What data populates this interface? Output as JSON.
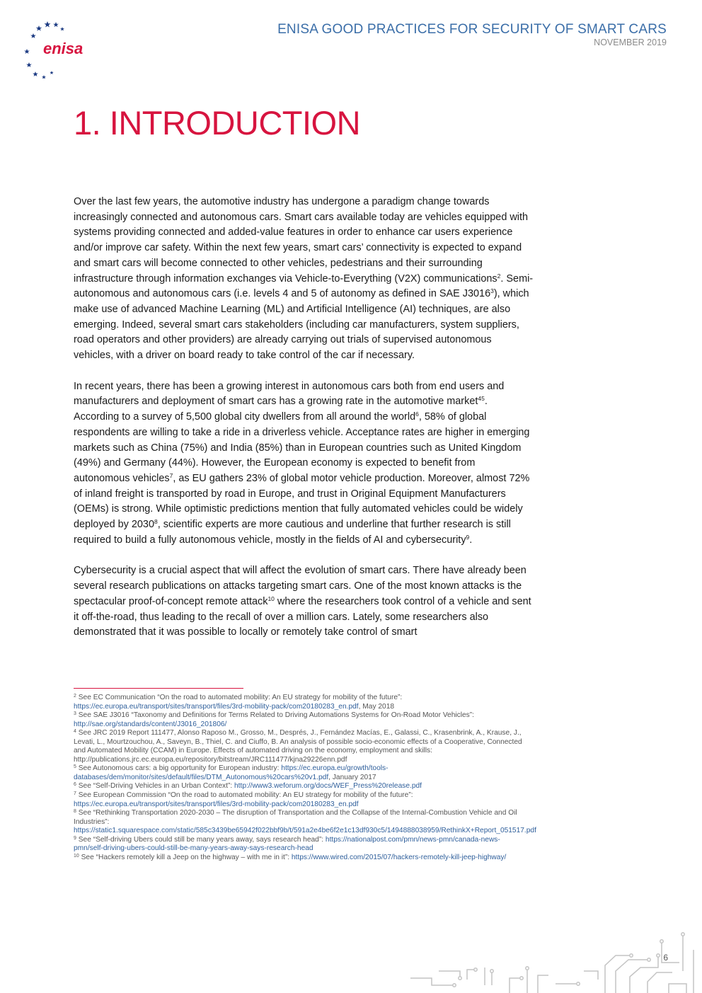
{
  "header": {
    "logo_text": "enisa",
    "title": "ENISA GOOD PRACTICES FOR SECURITY OF SMART CARS",
    "date": "NOVEMBER 2019"
  },
  "heading": "1. INTRODUCTION",
  "paragraphs": [
    [
      {
        "t": "Over the last few years, the automotive industry has undergone a paradigm change towards increasingly connected and autonomous cars. Smart cars available today are vehicles equipped with systems providing connected and added-value features in order to enhance car users experience and/or improve car safety. Within the next few years, smart cars’ connectivity is expected to expand and smart cars will become connected to other vehicles, pedestrians and their surrounding infrastructure through information exchanges via Vehicle-to-Everything (V2X) communications"
      },
      {
        "sup": "2"
      },
      {
        "t": ". Semi-autonomous and autonomous cars (i.e. levels 4 and 5 of autonomy as defined in SAE J3016"
      },
      {
        "sup": "3"
      },
      {
        "t": "), which make use of advanced Machine Learning (ML) and Artificial Intelligence (AI) techniques, are also emerging. Indeed, several smart cars stakeholders (including car manufacturers, system suppliers, road operators and other providers) are already carrying out trials of supervised autonomous vehicles, with a driver on board ready to take control of the car if necessary."
      }
    ],
    [
      {
        "t": "In recent years, there has been a growing interest in autonomous cars both from end users and manufacturers and deployment of smart cars has a growing rate in the automotive market"
      },
      {
        "sup": "45"
      },
      {
        "t": ". According to a survey of 5,500 global city dwellers from all around the world"
      },
      {
        "sup": "6"
      },
      {
        "t": ", 58% of global respondents are willing to take a ride in a driverless vehicle. Acceptance rates are higher in emerging markets such as China (75%) and India (85%) than in European countries such as United Kingdom (49%) and Germany (44%).  However, the European economy is expected to benefit from autonomous vehicles"
      },
      {
        "sup": "7"
      },
      {
        "t": ", as EU gathers 23% of global motor vehicle production. Moreover, almost 72% of inland freight is transported by road in Europe, and trust in Original Equipment Manufacturers (OEMs) is strong. While optimistic predictions mention that fully automated vehicles could be widely deployed by 2030"
      },
      {
        "sup": "8"
      },
      {
        "t": ", scientific experts are more cautious and underline that further research is still required to build a fully autonomous vehicle, mostly in the fields of AI and cybersecurity"
      },
      {
        "sup": "9"
      },
      {
        "t": "."
      }
    ],
    [
      {
        "t": "Cybersecurity is a crucial aspect that will affect the evolution of smart cars. There have already been several research publications on attacks targeting smart cars. One of the most known attacks is the spectacular proof-of-concept remote attack"
      },
      {
        "sup": "10"
      },
      {
        "t": " where the researchers took control of a vehicle and sent it off-the-road, thus leading to the recall of over a million cars. Lately, some researchers also demonstrated that it was possible to locally or remotely take control of smart"
      }
    ]
  ],
  "footnotes": [
    [
      {
        "sup": "2"
      },
      {
        "t": " See EC Communication “On the road to automated mobility: An EU strategy for mobility of the future”: "
      },
      {
        "link": "https://ec.europa.eu/transport/sites/transport/files/3rd-mobility-pack/com20180283_en.pdf"
      },
      {
        "t": ", May 2018"
      }
    ],
    [
      {
        "sup": "3"
      },
      {
        "t": " See SAE J3016 “Taxonomy and Definitions for Terms Related to Driving Automations Systems for On-Road Motor Vehicles”: "
      },
      {
        "link": "http://sae.org/standards/content/J3016_201806/"
      }
    ],
    [
      {
        "sup": "4"
      },
      {
        "t": " See JRC 2019 Report 111477, Alonso Raposo M., Grosso, M., Després, J., Fernández Macías, E., Galassi, C., Krasenbrink, A., Krause, J., Levati, L., Mourtzouchou, A., Saveyn, B., Thiel, C. and Ciuffo, B. An analysis of possible socio-economic effects of a Cooperative, Connected and Automated Mobility (CCAM) in Europe. Effects of automated driving on the economy, employment and skills: http://publications.jrc.ec.europa.eu/repository/bitstream/JRC111477/kjna29226enn.pdf"
      }
    ],
    [
      {
        "sup": "5"
      },
      {
        "t": " See Autonomous cars: a big opportunity for European industry: "
      },
      {
        "link": "https://ec.europa.eu/growth/tools-databases/dem/monitor/sites/default/files/DTM_Autonomous%20cars%20v1.pdf"
      },
      {
        "t": ", January 2017"
      }
    ],
    [
      {
        "sup": "6"
      },
      {
        "t": " See “Self-Driving Vehicles in an Urban Context”: "
      },
      {
        "link": "http://www3.weforum.org/docs/WEF_Press%20release.pdf"
      }
    ],
    [
      {
        "sup": "7"
      },
      {
        "t": " See European Commission “On the road to automated mobility: An EU strategy for mobility of the future”: "
      },
      {
        "link": "https://ec.europa.eu/transport/sites/transport/files/3rd-mobility-pack/com20180283_en.pdf"
      }
    ],
    [
      {
        "sup": "8"
      },
      {
        "t": " See “Rethinking Transportation 2020-2030 – The disruption of Transportation and the Collapse of the Internal-Combustion Vehicle and Oil Industries”: "
      },
      {
        "link": "https://static1.squarespace.com/static/585c3439be65942f022bbf9b/t/591a2e4be6f2e1c13df930c5/1494888038959/RethinkX+Report_051517.pdf"
      }
    ],
    [
      {
        "sup": "9"
      },
      {
        "t": " See “Self-driving Ubers could still be many years away, says research head”: "
      },
      {
        "link": "https://nationalpost.com/pmn/news-pmn/canada-news-pmn/self-driving-ubers-could-still-be-many-years-away-says-research-head"
      }
    ],
    [
      {
        "sup": "10"
      },
      {
        "t": " See “Hackers remotely kill a Jeep on the highway – with me in it”: "
      },
      {
        "link": "https://www.wired.com/2015/07/hackers-remotely-kill-jeep-highway/"
      }
    ]
  ],
  "page_number": "6",
  "colors": {
    "accent_red": "#d7143f",
    "header_blue": "#3b6ea8",
    "link_blue": "#2f5f9b",
    "logo_navy": "#1b3a82"
  }
}
